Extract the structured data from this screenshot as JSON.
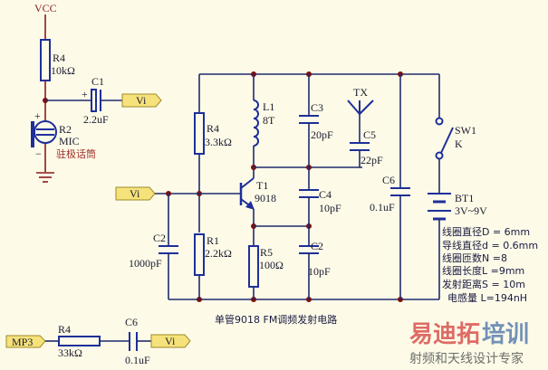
{
  "title": "单管9018 FM调频发射电路",
  "mic_circuit": {
    "vcc": "VCC",
    "r4": {
      "ref": "R4",
      "value": "10kΩ"
    },
    "c1": {
      "ref": "C1",
      "value": "2.2uF",
      "polarity": "+"
    },
    "mic": {
      "ref": "R2",
      "type": "MIC",
      "desc": "驻极话筒",
      "plus": "+",
      "minus": "−"
    },
    "port_out": "Vi"
  },
  "main_circuit": {
    "port_in": "Vi",
    "r4": {
      "ref": "R4",
      "value": "3.3kΩ"
    },
    "l1": {
      "ref": "L1",
      "value": "8T"
    },
    "c3": {
      "ref": "C3",
      "value": "20pF"
    },
    "antenna": {
      "ref": "TX"
    },
    "c5": {
      "ref": "C5",
      "value": "22pF"
    },
    "t1": {
      "ref": "T1",
      "value": "9018"
    },
    "c4": {
      "ref": "C4",
      "value": "10pF"
    },
    "c2a": {
      "ref": "C2",
      "value": "1000pF"
    },
    "r1": {
      "ref": "R1",
      "value": "2.2kΩ"
    },
    "r5": {
      "ref": "R5",
      "value": "100Ω"
    },
    "c2b": {
      "ref": "C2",
      "value": "10pF"
    },
    "c6": {
      "ref": "C6",
      "value": "0.1uF"
    },
    "sw1": {
      "ref": "SW1",
      "value": "K"
    },
    "bt1": {
      "ref": "BT1",
      "value": "3V~9V"
    }
  },
  "coil_specs": [
    "线圈直径D = 6mm",
    "导线直径d = 0.6mm",
    "线圈匝数N =8",
    "线圈长度L =9mm",
    "发射距离S = 10m",
    "电感量 L=194nH"
  ],
  "mp3_circuit": {
    "port_in": "MP3",
    "r4": {
      "ref": "R4",
      "value": "33kΩ"
    },
    "c6": {
      "ref": "C6",
      "value": "0.1uF"
    },
    "port_out": "Vi"
  },
  "watermark": {
    "brand_part1": "易迪拓",
    "brand_part2": "培训",
    "tagline": "射频和天线设计专家",
    "color_red": "#d9534f",
    "color_blue": "#5b7fb0"
  }
}
